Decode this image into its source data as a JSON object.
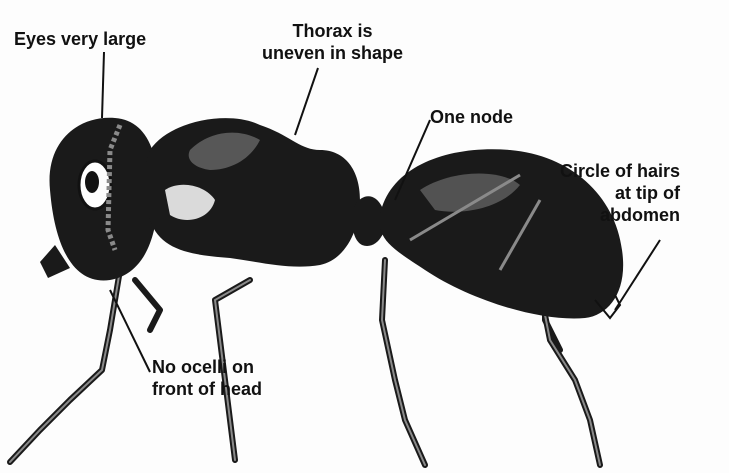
{
  "labels": {
    "eyes": "Eyes very large",
    "thorax": "Thorax is\nuneven in shape",
    "node": "One node",
    "hairs": "Circle of hairs\nat tip of\nabdomen",
    "ocelli": "No ocelli on\nfront of head"
  },
  "colors": {
    "ink": "#111111",
    "body": "#1a1a1a",
    "highlight": "#8a8a8a",
    "paper": "#fdfdfd"
  }
}
